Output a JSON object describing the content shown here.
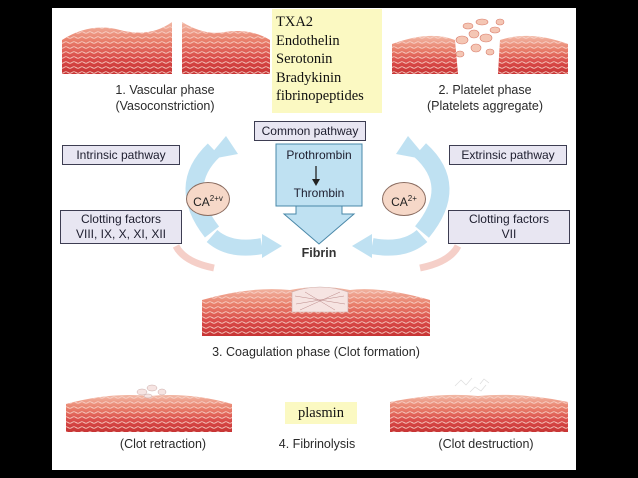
{
  "mediators": {
    "items": [
      "TXA2",
      "Endothelin",
      "Serotonin",
      "Bradykinin",
      "fibrinopeptides"
    ]
  },
  "phases": {
    "vascular": {
      "line1": "1. Vascular phase",
      "line2": "(Vasoconstriction)"
    },
    "platelet": {
      "line1": "2. Platelet phase",
      "line2": "(Platelets aggregate)"
    },
    "coagulation": "3. Coagulation phase (Clot formation)",
    "clot_retraction": "(Clot retraction)",
    "fibrinolysis": "4. Fibrinolysis",
    "clot_destruction": "(Clot destruction)"
  },
  "pathways": {
    "common": "Common pathway",
    "intrinsic": "Intrinsic pathway",
    "extrinsic": "Extrinsic pathway",
    "intrinsic_factors": {
      "line1": "Clotting factors",
      "line2": "VIII, IX, X, XI, XII"
    },
    "extrinsic_factors": {
      "line1": "Clotting factors",
      "line2": "VII"
    }
  },
  "cascade": {
    "prothrombin": "Prothrombin",
    "thrombin": "Thrombin",
    "fibrin": "Fibrin"
  },
  "calcium": {
    "left": {
      "base": "CA",
      "sup": "2+v"
    },
    "right": {
      "base": "CA",
      "sup": "2+"
    }
  },
  "plasmin": "plasmin"
}
